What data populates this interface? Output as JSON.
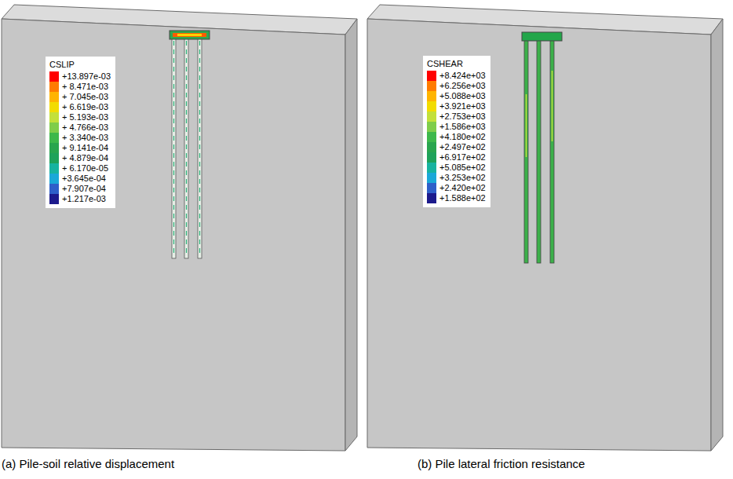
{
  "diagram": {
    "labels": [
      "CSLIP",
      "CSHEAR",
      "(a) Pile-soil relative displacement",
      "(b) Pile lateral friction resistance"
    ],
    "legend": [
      {
        "text": "+13.897e-03",
        "color": "#ff0000"
      },
      {
        "text": "+ 8.471e-03",
        "color": "#ff7b00"
      },
      {
        "text": "+ 7.045e-03",
        "color": "#ffb400"
      },
      {
        "text": "+ 6.619e-03",
        "color": "#f2dc00"
      },
      {
        "text": "+ 5.193e-03",
        "color": "#c3e03a"
      },
      {
        "text": "+ 4.766e-03",
        "color": "#7fcd4a"
      },
      {
        "text": "+ 3.340e-03",
        "color": "#3db84b"
      },
      {
        "text": "+ 9.141e-04",
        "color": "#28a54e"
      },
      {
        "text": "+ 4.879e-04",
        "color": "#1ea25a"
      },
      {
        "text": "+ 6.170e-05",
        "color": "#17b3a0"
      },
      {
        "text": "+3.645e-04",
        "color": "#1aa8d8"
      },
      {
        "text": "+7.907e-04",
        "color": "#2e5fc9"
      },
      {
        "text": "+1.217e-03",
        "color": "#1c1a8c"
      },
      {
        "text": "+8.424e+03",
        "color": "#ff0000"
      },
      {
        "text": "+6.256e+03",
        "color": "#ff7b00"
      },
      {
        "text": "+5.088e+03",
        "color": "#ffb400"
      },
      {
        "text": "+3.921e+03",
        "color": "#f2dc00"
      },
      {
        "text": "+2.753e+03",
        "color": "#c3e03a"
      },
      {
        "text": "+1.586e+03",
        "color": "#7fcd4a"
      },
      {
        "text": "+4.180e+02",
        "color": "#3db84b"
      },
      {
        "text": "+2.497e+02",
        "color": "#28a54e"
      },
      {
        "text": "+6.917e+02",
        "color": "#1ea25a"
      },
      {
        "text": "+5.085e+02",
        "color": "#17b3a0"
      },
      {
        "text": "+3.253e+02",
        "color": "#1aa8d8"
      },
      {
        "text": "+2.420e+02",
        "color": "#2e5fc9"
      },
      {
        "text": "+1.588e+02",
        "color": "#1c1a8c"
      }
    ]
  }
}
